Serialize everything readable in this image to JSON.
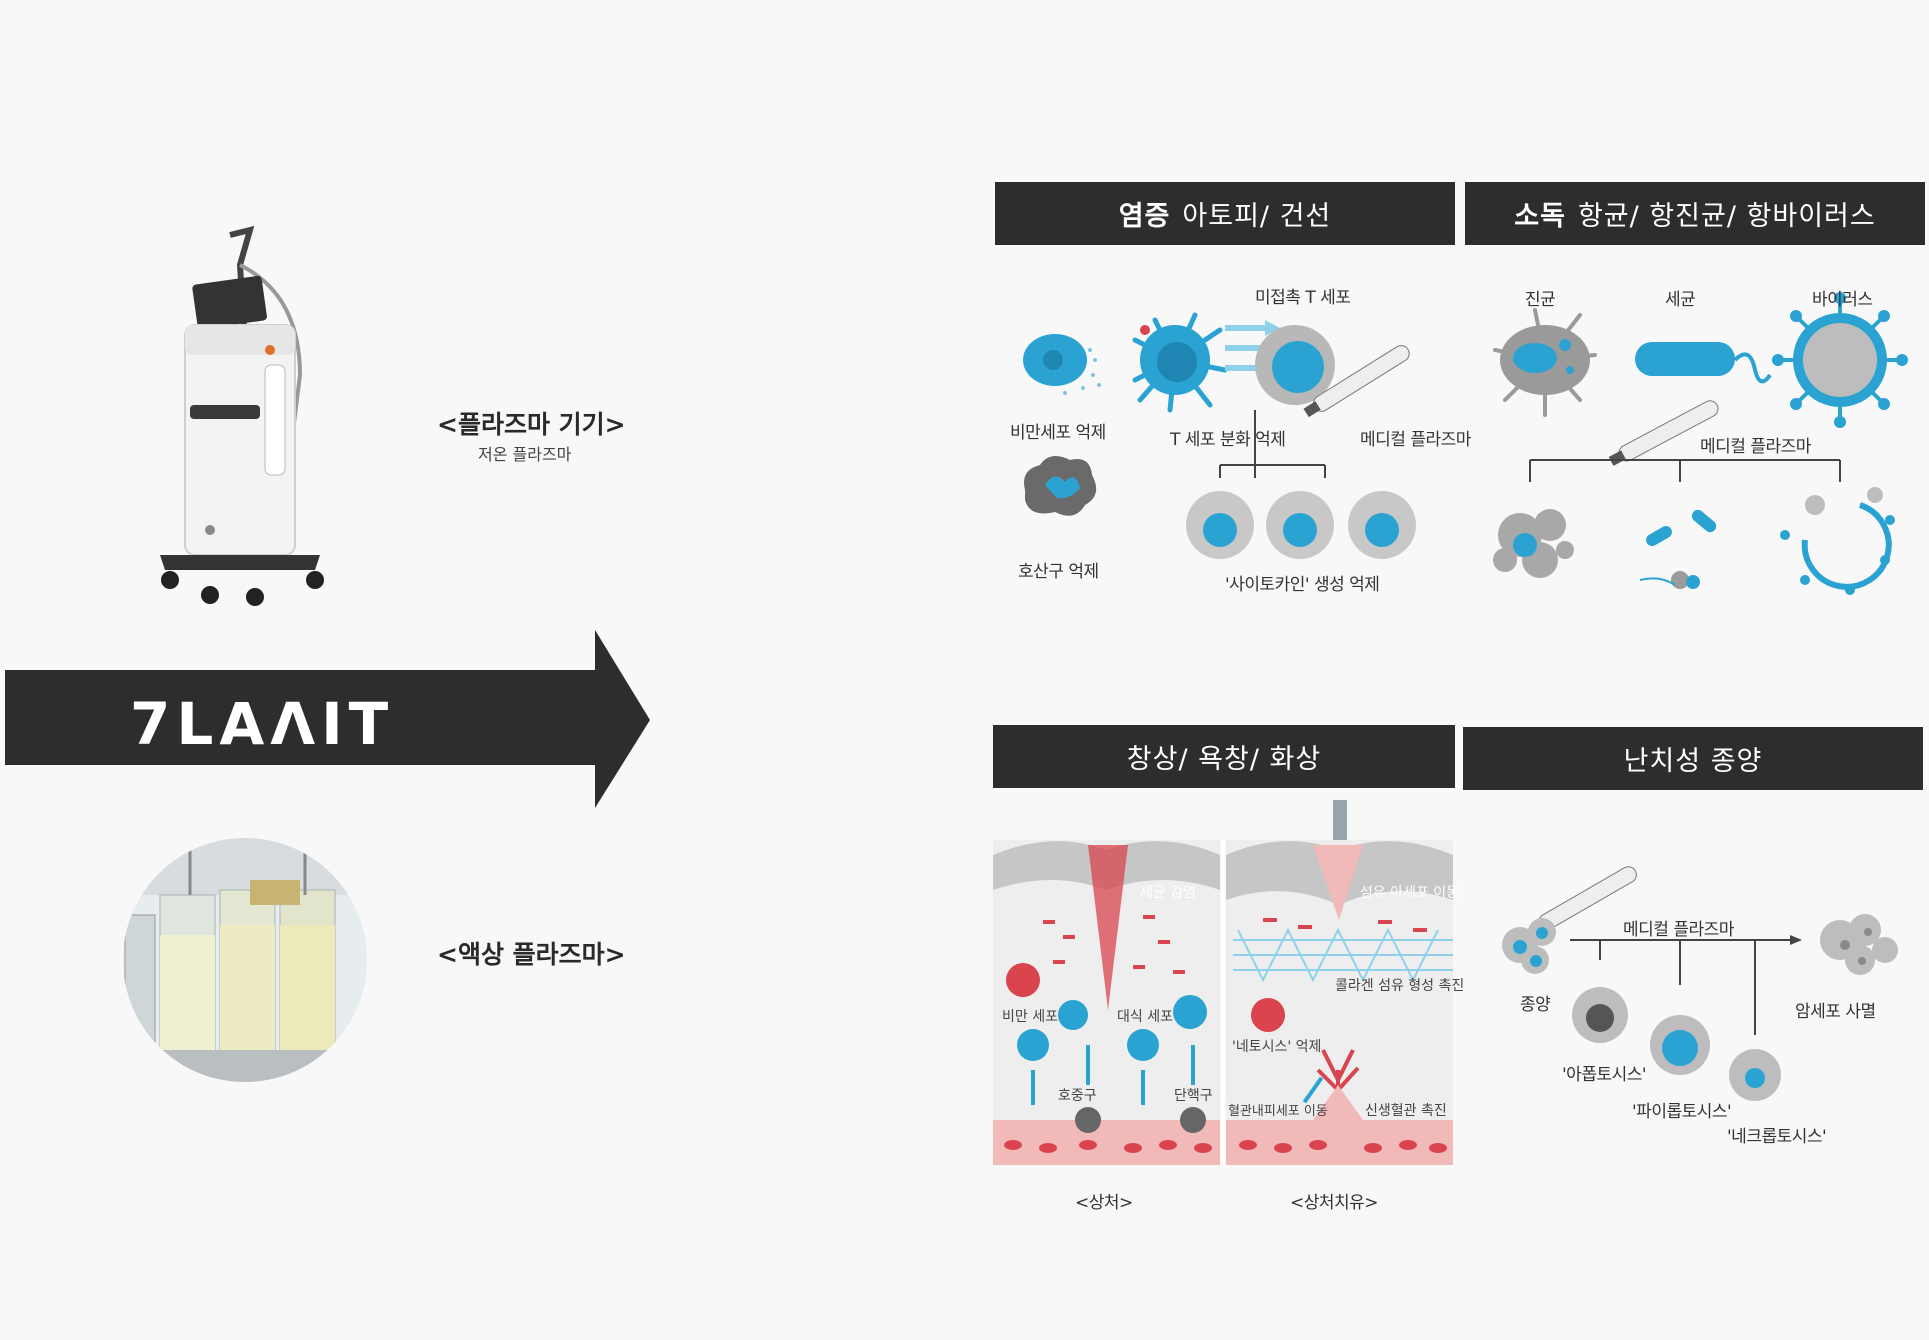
{
  "left": {
    "logo_text": "7LAɅIT",
    "device_label": "<플라즈마 기기>",
    "device_sublabel": "저온 플라즈마",
    "liquid_label": "<액상 플라즈마>"
  },
  "panels": {
    "inflammation": {
      "title_bold": "염증",
      "title_rest": "아토피/ 건선",
      "labels": {
        "t_cell": "미접촉 T 세포",
        "mast": "비만세포 억제",
        "eos": "호산구 억제",
        "t_diff": "T 세포 분화 억제",
        "plasma": "메디컬 플라즈마",
        "cytokine": "'사이토카인' 생성 억제"
      }
    },
    "disinfection": {
      "title_bold": "소독",
      "title_rest": "항균/ 항진균/ 항바이러스",
      "labels": {
        "fungus": "진균",
        "bacteria": "세균",
        "virus": "바이러스",
        "plasma": "메디컬 플라즈마"
      }
    },
    "wound": {
      "title": "창상/ 욕창/ 화상",
      "labels": {
        "bacteria_death": "세균 감염",
        "fibroblast": "섬유 아세포 이동",
        "collagen": "콜라겐 섬유 형성 촉진",
        "mast": "비만 세포",
        "macrophage": "대식 세포",
        "neutrophil": "호중구",
        "monocyte": "단핵구",
        "necrosis": "'네토시스' 억제",
        "endothelial": "혈관내피세포 이동",
        "angio": "신생혈관 촉진",
        "wound": "<상처>",
        "healing": "<상처치유>"
      }
    },
    "tumor": {
      "title": "난치성 종양",
      "labels": {
        "plasma": "메디컬 플라즈마",
        "tumor": "종양",
        "cancer_death": "암세포 사멸",
        "apoptosis": "'아폽토시스'",
        "pyroptosis": "'파이롭토시스'",
        "necroptosis": "'네크롭토시스'"
      }
    }
  },
  "colors": {
    "banner": "#2d2d2d",
    "cell_blue": "#2aa3d3",
    "cell_gray": "#9a9a9a",
    "wound_red": "#d9444f",
    "skin_pink": "#f2b9b9"
  }
}
